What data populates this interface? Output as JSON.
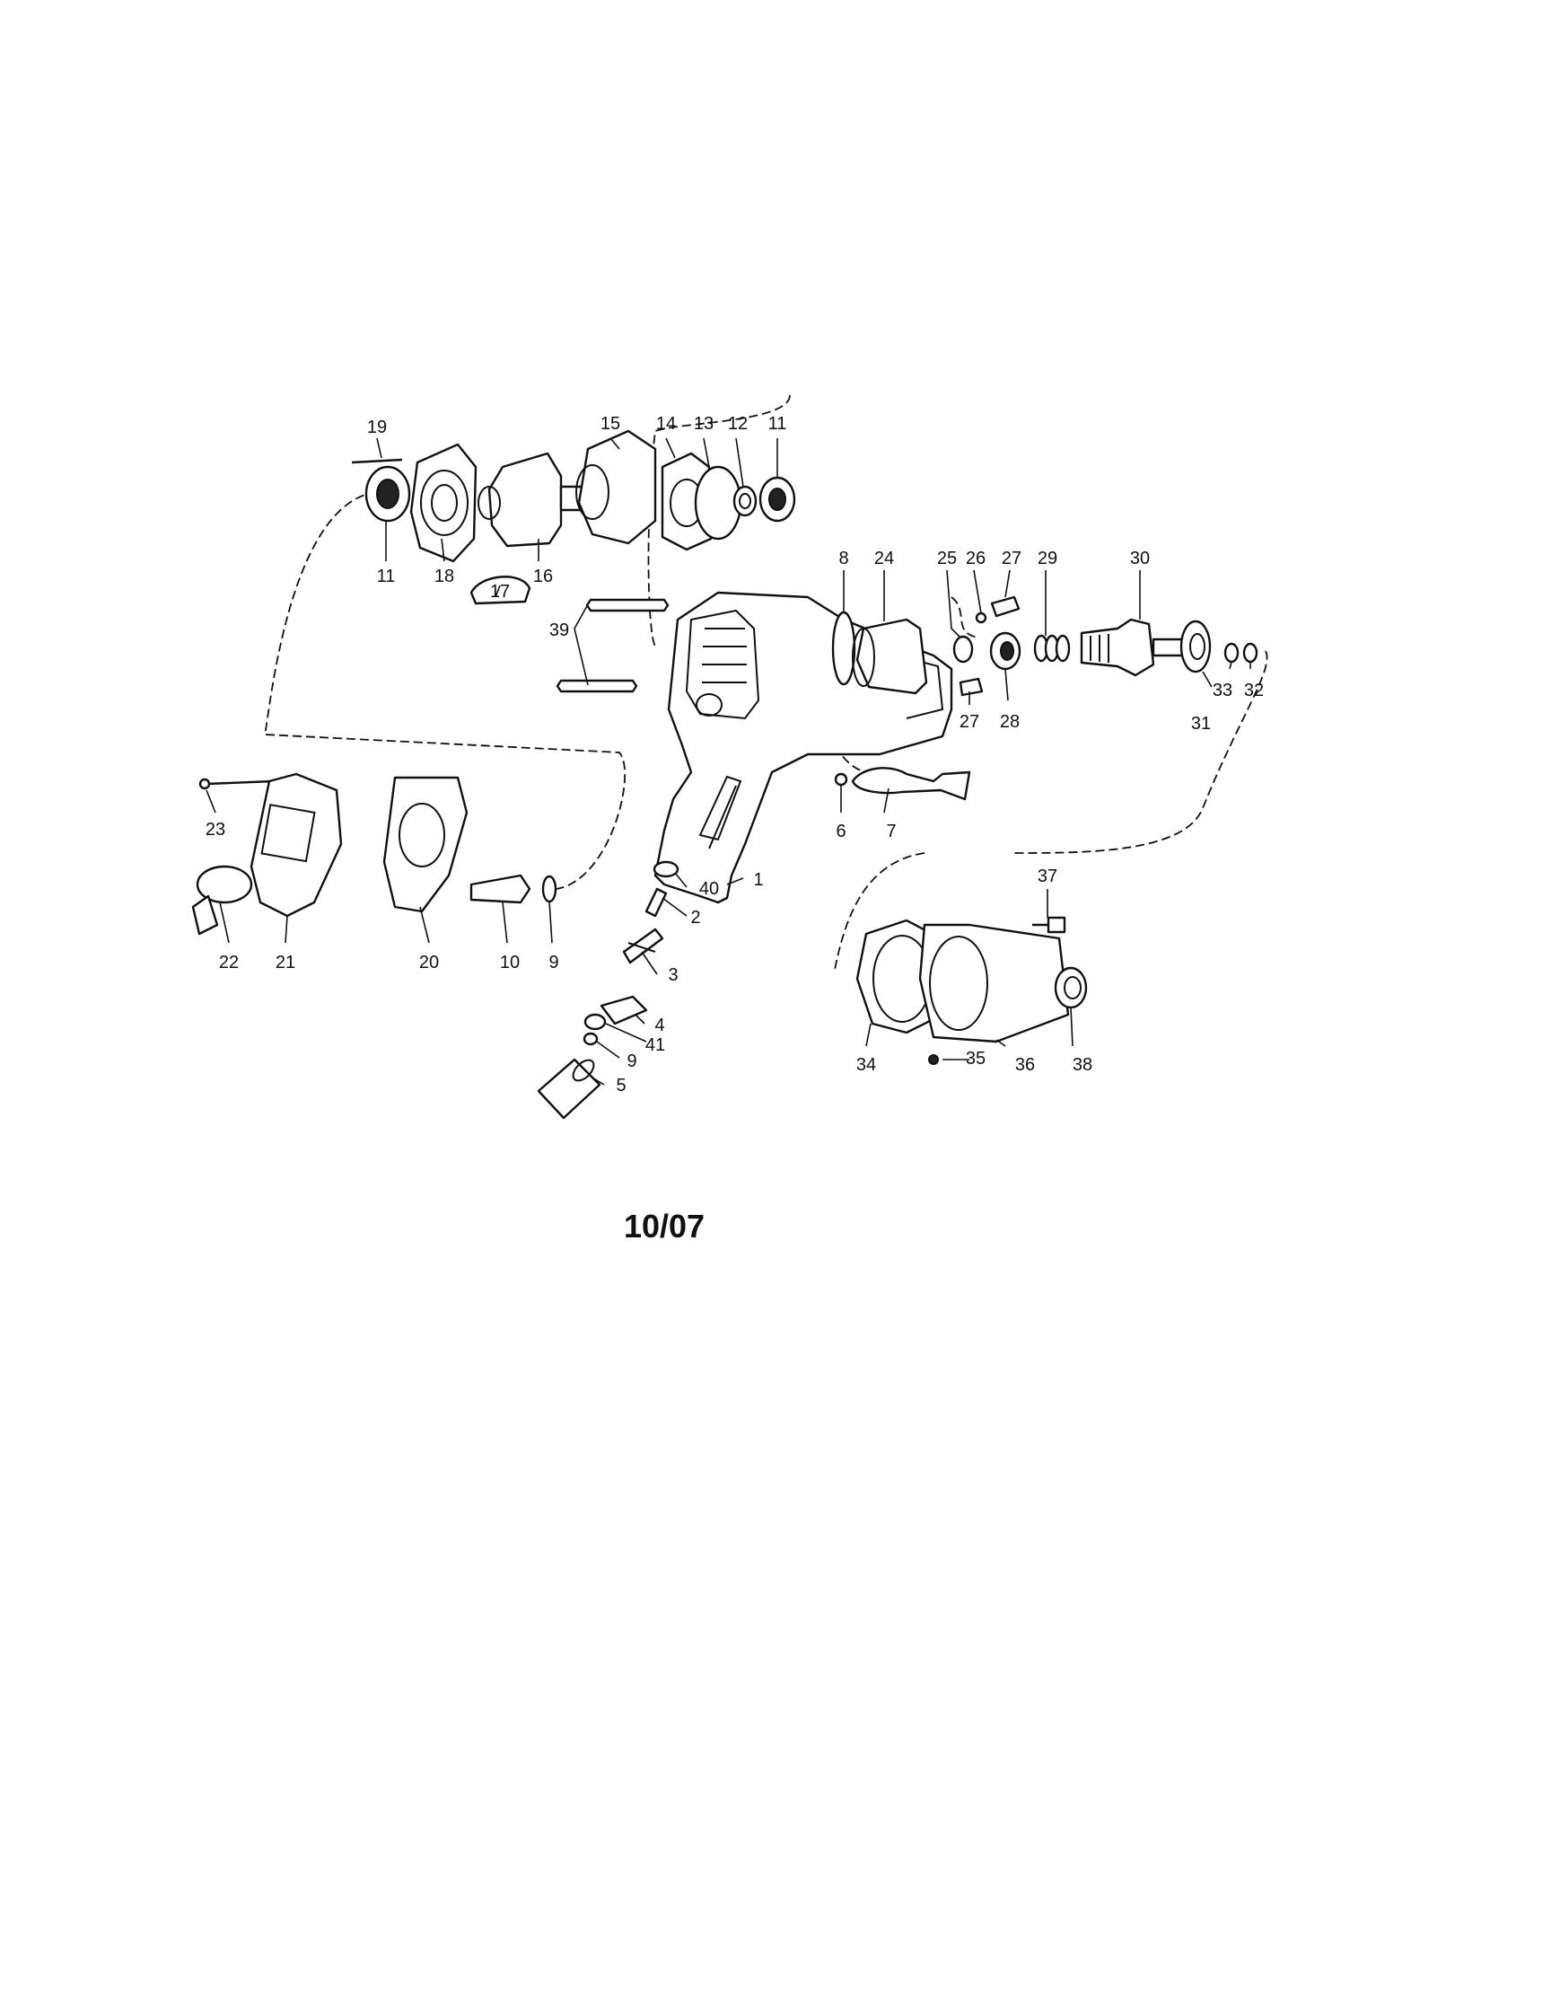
{
  "date_code": "10/07",
  "callouts": [
    "19",
    "15",
    "14",
    "13",
    "12",
    "11",
    "11",
    "18",
    "17",
    "16",
    "8",
    "24",
    "25",
    "26",
    "27",
    "29",
    "30",
    "39",
    "27",
    "28",
    "33",
    "32",
    "31",
    "6",
    "7",
    "23",
    "40",
    "1",
    "2",
    "3",
    "4",
    "41",
    "9",
    "5",
    "22",
    "21",
    "20",
    "10",
    "9",
    "37",
    "34",
    "35",
    "36",
    "38"
  ]
}
